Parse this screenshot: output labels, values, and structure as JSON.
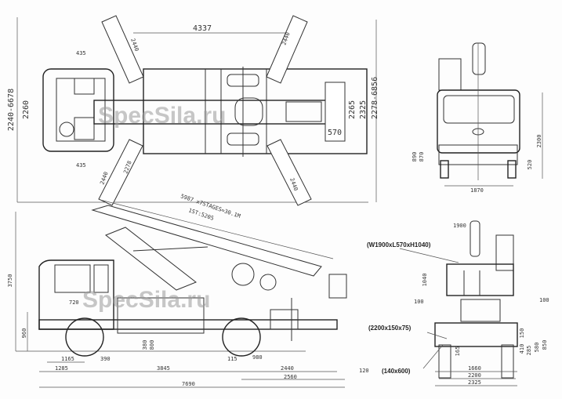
{
  "watermark": "SpecSila.ru",
  "top_view": {
    "dims": {
      "overall_length_top": "4337",
      "width_range_left": "2240-6678",
      "cab_width": "2260",
      "body_width_1": "2265",
      "body_width_2": "2325",
      "width_range_right": "2278-6856",
      "basket_width": "570",
      "outrigger_tl": "2440",
      "outrigger_tr": "2440",
      "outrigger_bl": "2440",
      "outrigger_bl2": "2278",
      "outrigger_br": "2440",
      "cab_small_top": "435",
      "cab_small_bottom": "435"
    }
  },
  "side_view": {
    "boom_label": "5987 x7STAGES=30.1M",
    "first_stage": "1ST:5205",
    "dims": {
      "height": "3750",
      "frame_height": "960",
      "cab_mark": "720",
      "d380": "380",
      "d800": "800",
      "d1165": "1165",
      "d390": "390",
      "d115": "115",
      "d980": "980",
      "d1285": "1285",
      "d3845": "3845",
      "d2440": "2440",
      "d2560": "2560",
      "d7690": "7690",
      "d120": "120"
    }
  },
  "front_view": {
    "dims": {
      "d890": "890",
      "d870": "870",
      "d520": "520",
      "d2300": "2300",
      "d1870": "1870"
    }
  },
  "rear_view": {
    "basket_spec": "(W1900xL570xH1040)",
    "pad_spec": "(2200x150x75)",
    "plate_spec": "(140x600)",
    "dims": {
      "d1900": "1900",
      "d1040": "1040",
      "d100l": "100",
      "d100r": "100",
      "d150": "150",
      "d410": "410",
      "d285": "285",
      "d580": "580",
      "d850": "850",
      "d165": "165",
      "d1660": "1660",
      "d2200": "2200",
      "d2325": "2325"
    }
  }
}
